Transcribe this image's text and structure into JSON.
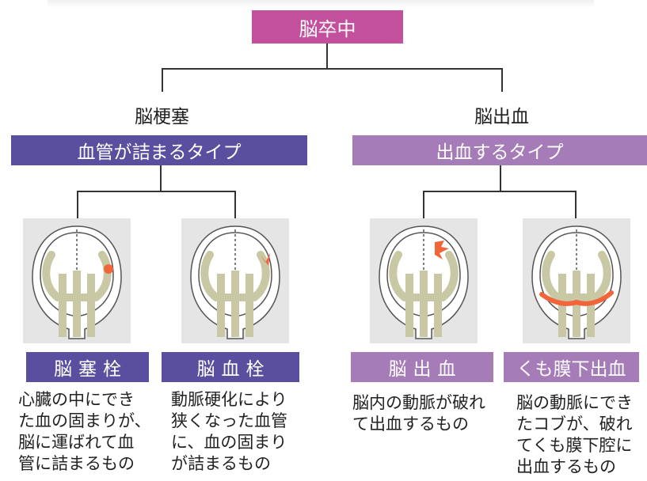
{
  "colors": {
    "root": "#c2509c",
    "infarction": "#5a4f9e",
    "hemorrhage": "#a67cb8",
    "connector": "#333333",
    "brain_stem": "#c8c8a4",
    "lesion": "#f2643a"
  },
  "root": {
    "label": "脳卒中"
  },
  "branches": [
    {
      "label": "脳梗塞",
      "category": "血管が詰まるタイプ",
      "types": [
        {
          "name": "脳塞栓",
          "icon": "brain-embolism-illustration",
          "description": "心臓の中にでき\nた血の固まりが、\n脳に運ばれて血\n管に詰まるもの"
        },
        {
          "name": "脳血栓",
          "icon": "brain-thrombosis-illustration",
          "description": "動脈硬化により\n狭くなった血管\nに、血の固まり\nが詰まるもの"
        }
      ]
    },
    {
      "label": "脳出血",
      "category": "出血するタイプ",
      "types": [
        {
          "name": "脳出血",
          "icon": "intracerebral-hemorrhage-illustration",
          "description": "脳内の動脈が破れ\nて出血するもの"
        },
        {
          "name": "くも膜下出血",
          "icon": "subarachnoid-hemorrhage-illustration",
          "description": "脳の動脈にでき\nたコブが、破れ\nてくも膜下腔に\n出血するもの"
        }
      ]
    }
  ]
}
